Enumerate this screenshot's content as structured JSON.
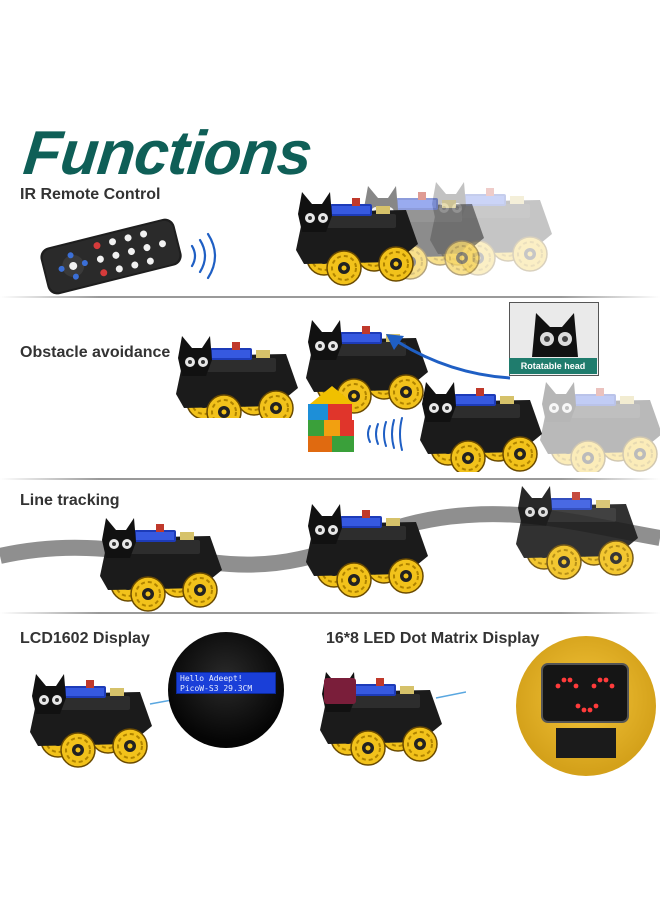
{
  "title": "Functions",
  "sections": {
    "ir": {
      "label": "IR Remote Control"
    },
    "obstacle": {
      "label": "Obstacle avoidance",
      "inset_caption": "Rotatable head"
    },
    "line": {
      "label": "Line tracking"
    },
    "lcd": {
      "label": "LCD1602 Display",
      "screen_line1": "Hello Adeept!",
      "screen_line2": "PicoW-S3 29.3CM"
    },
    "dot": {
      "label": "16*8 LED Dot Matrix Display"
    }
  },
  "colors": {
    "title": "#0f5f57",
    "caption_bg": "#1f7c6d",
    "wheel": "#f2c21b",
    "chassis": "#1b1b1b",
    "lcd_blue": "#1a3fd8",
    "arrow_blue": "#1f5fc4",
    "track_gray": "#8f8f8f"
  }
}
